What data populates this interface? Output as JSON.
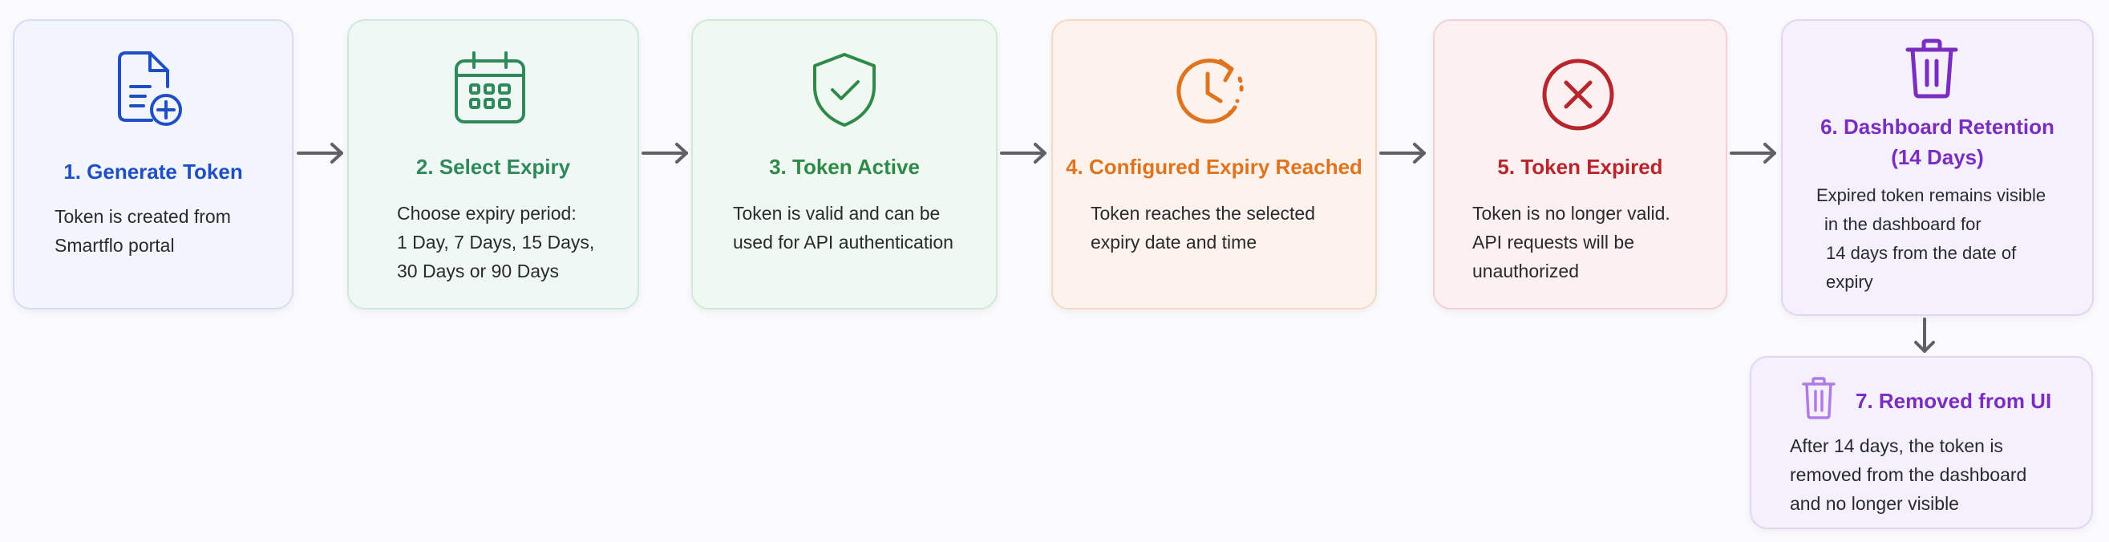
{
  "steps": [
    {
      "title": "1. Generate Token",
      "icon": "document-add-icon",
      "color": "#1f4fc4",
      "lines": [
        "Token is created from",
        "Smartflo portal"
      ]
    },
    {
      "title": "2. Select Expiry",
      "icon": "calendar-icon",
      "color": "#2f8a5b",
      "lines": [
        "Choose expiry period:",
        "1 Day, 7 Days, 15 Days,",
        "30 Days or 90 Days"
      ]
    },
    {
      "title": "3. Token Active",
      "icon": "shield-check-icon",
      "color": "#2f8a4a",
      "lines": [
        "Token is valid and can be",
        "used for API authentication"
      ]
    },
    {
      "title": "4. Configured Expiry Reached",
      "icon": "clock-icon",
      "color": "#e0741e",
      "lines": [
        "Token reaches the selected",
        "expiry date and time"
      ]
    },
    {
      "title": "5. Token Expired",
      "icon": "x-circle-icon",
      "color": "#b8252c",
      "lines": [
        "Token is no longer valid.",
        "API requests will be",
        "unauthorized"
      ]
    },
    {
      "title_line1": "6. Dashboard Retention",
      "title_line2": "(14 Days)",
      "icon": "trash-icon",
      "color": "#7a2dc0",
      "lines": [
        "Expired token remains visible",
        "in the dashboard for",
        "14 days from the date of",
        "expiry"
      ]
    },
    {
      "title": "7. Removed from UI",
      "icon": "trash-icon",
      "color": "#7a2dc0",
      "icon_color": "#b07be6",
      "lines": [
        "After 14 days, the token is",
        "removed from the dashboard",
        "and no longer visible"
      ]
    }
  ],
  "arrow_color": "#5f6068"
}
